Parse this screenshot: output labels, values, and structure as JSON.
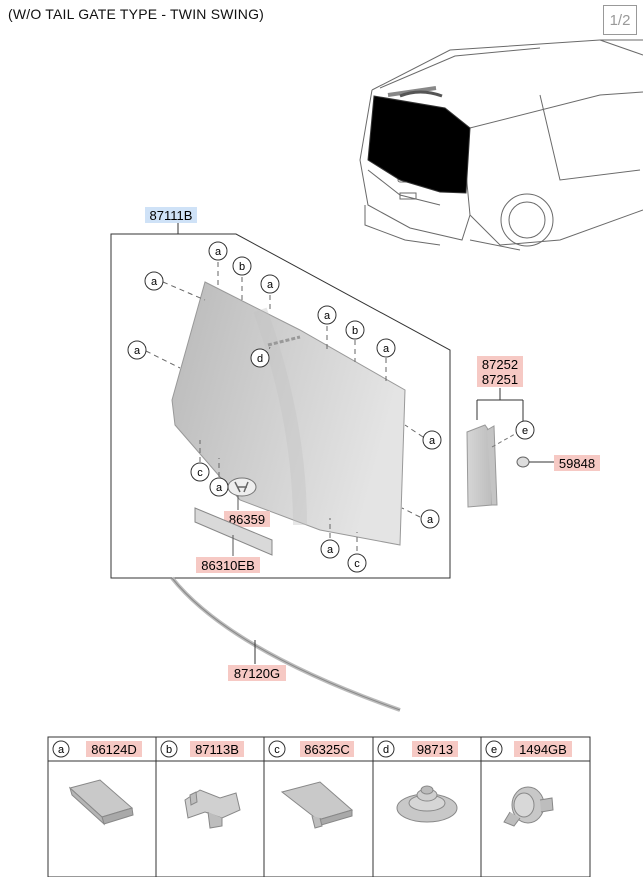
{
  "header": {
    "title": "(W/O TAIL GATE TYPE - TWIN SWING)",
    "page": "1/2"
  },
  "parts": {
    "glass": "87111B",
    "seal_upper": "87252",
    "seal_lower": "87251",
    "clip_side": "59848",
    "emblem": "86359",
    "emblem_lettering": "86310EB",
    "molding": "87120G"
  },
  "callouts": {
    "a": "a",
    "b": "b",
    "c": "c",
    "d": "d",
    "e": "e"
  },
  "legend": [
    {
      "letter": "a",
      "part": "86124D"
    },
    {
      "letter": "b",
      "part": "87113B"
    },
    {
      "letter": "c",
      "part": "86325C"
    },
    {
      "letter": "d",
      "part": "98713"
    },
    {
      "letter": "e",
      "part": "1494GB"
    }
  ],
  "colors": {
    "part_highlight_red": "#f6c9c4",
    "part_highlight_blue": "#cfe2f7",
    "glass_gray": "#cfcfcf"
  }
}
